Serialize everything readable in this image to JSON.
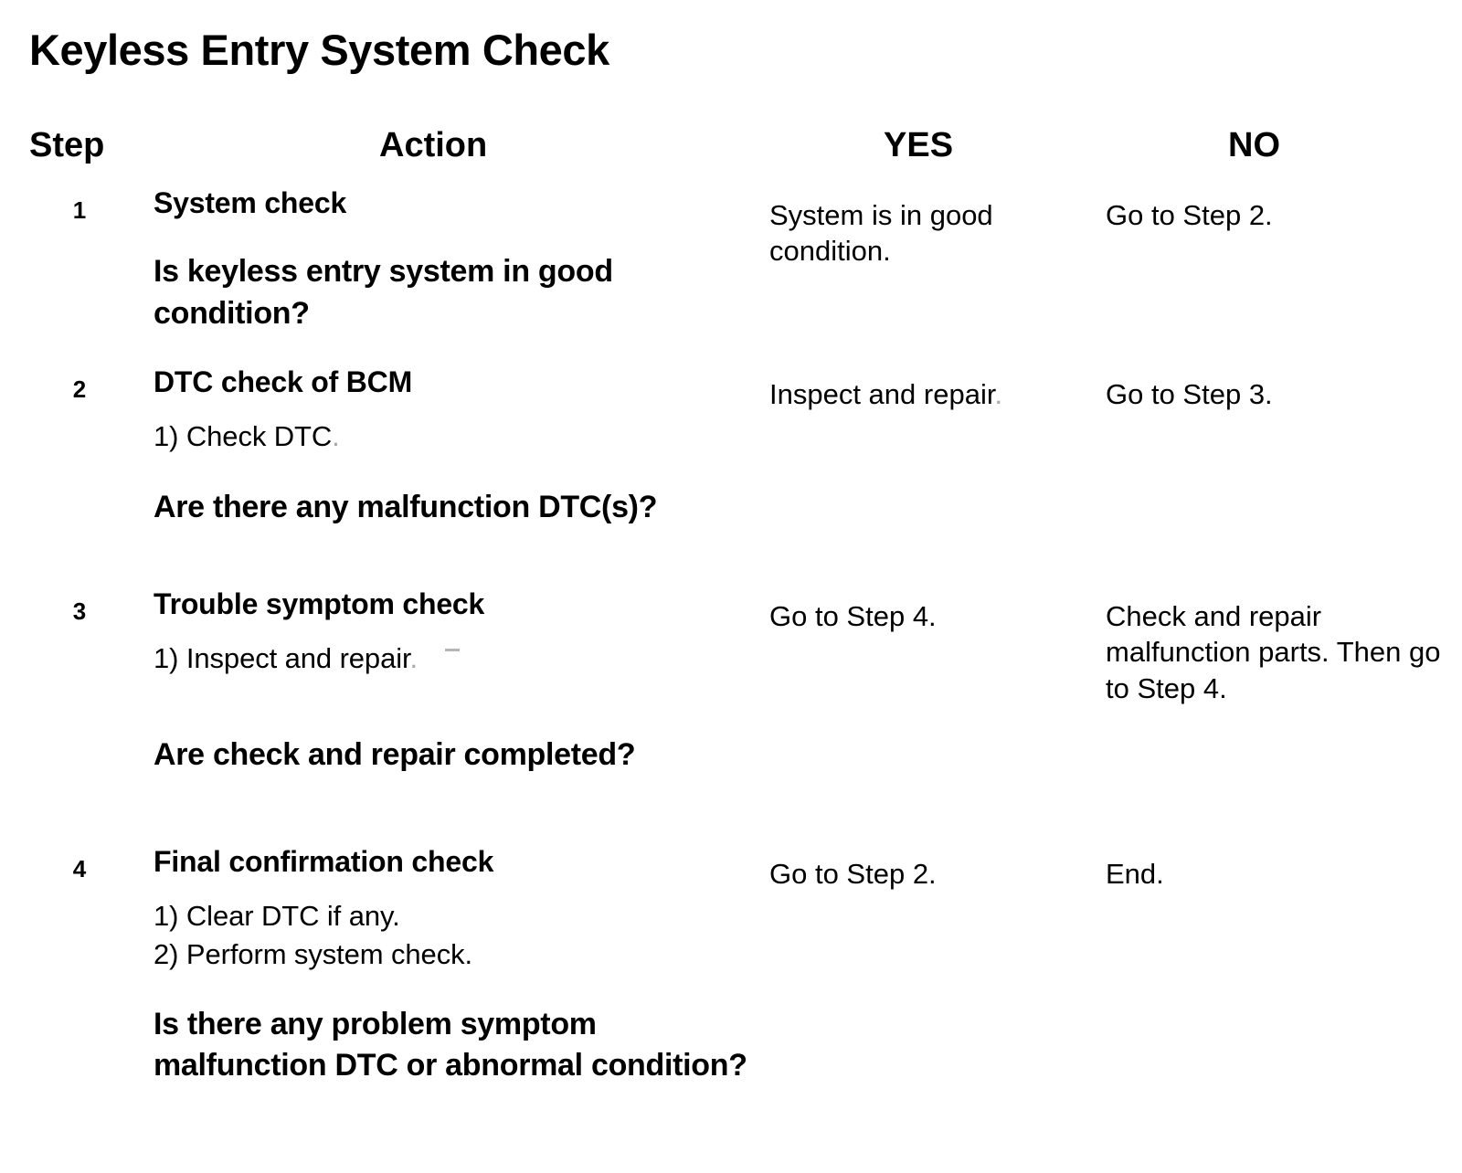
{
  "title": "Keyless Entry System Check",
  "columns": {
    "step": "Step",
    "action": "Action",
    "yes": "YES",
    "no": "NO"
  },
  "rows": [
    {
      "step": "1",
      "action": {
        "heading": "System check",
        "subitems": [],
        "question": "Is keyless entry system in good condition?"
      },
      "yes": "System is in good condition.",
      "no": "Go to Step 2."
    },
    {
      "step": "2",
      "action": {
        "heading": "DTC check of BCM",
        "subitems": [
          "1)  Check DTC"
        ],
        "subitem_trailing": ".",
        "question": "Are there any malfunction DTC(s)?"
      },
      "yes": "Inspect and repair",
      "yes_trailing": ".",
      "no": "Go to Step 3."
    },
    {
      "step": "3",
      "action": {
        "heading": "Trouble symptom check",
        "subitems": [
          "1)  Inspect and repair"
        ],
        "subitem_trailing": ".",
        "question": "Are check and repair completed?"
      },
      "yes": "Go to Step 4.",
      "no": "Check and repair malfunction parts. Then go to Step 4."
    },
    {
      "step": "4",
      "action": {
        "heading": "Final confirmation check",
        "subitems": [
          "1)  Clear DTC if any.",
          "2)  Perform system check."
        ],
        "question": "Is there any problem symptom malfunction DTC or abnormal condition?"
      },
      "yes": "Go to Step 2.",
      "no": "End."
    }
  ]
}
